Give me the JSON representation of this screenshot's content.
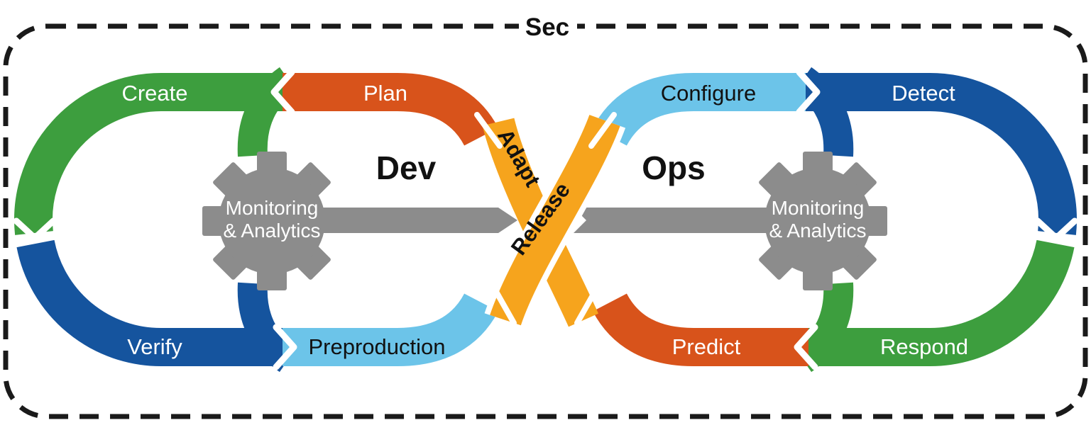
{
  "diagram": {
    "sec_label": "Sec",
    "dev_label": "Dev",
    "ops_label": "Ops",
    "monitoring_line1": "Monitoring",
    "monitoring_line2": "& Analytics",
    "dev_loop": {
      "segments": [
        {
          "id": "create",
          "label": "Create",
          "color": "#3D9E3E",
          "text_color": "#FFFFFF"
        },
        {
          "id": "plan",
          "label": "Plan",
          "color": "#D8531B",
          "text_color": "#FFFFFF"
        },
        {
          "id": "verify",
          "label": "Verify",
          "color": "#15549E",
          "text_color": "#FFFFFF"
        },
        {
          "id": "preproduction",
          "label": "Preproduction",
          "color": "#6CC4E9",
          "text_color": "#111111"
        }
      ]
    },
    "ops_loop": {
      "segments": [
        {
          "id": "configure",
          "label": "Configure",
          "color": "#6CC4E9",
          "text_color": "#111111"
        },
        {
          "id": "detect",
          "label": "Detect",
          "color": "#15549E",
          "text_color": "#FFFFFF"
        },
        {
          "id": "respond",
          "label": "Respond",
          "color": "#3D9E3E",
          "text_color": "#FFFFFF"
        },
        {
          "id": "predict",
          "label": "Predict",
          "color": "#D8531B",
          "text_color": "#FFFFFF"
        }
      ]
    },
    "center_ribbons": [
      {
        "id": "adapt",
        "label": "Adapt",
        "color": "#F6A41D"
      },
      {
        "id": "release",
        "label": "Release",
        "color": "#F6A41D"
      }
    ],
    "colors": {
      "green": "#3D9E3E",
      "orange": "#D8531B",
      "dark_blue": "#15549E",
      "light_blue": "#6CC4E9",
      "amber": "#F6A41D",
      "gear_gray": "#8C8C8C",
      "border": "#1A1A1A",
      "background": "#FFFFFF"
    }
  }
}
